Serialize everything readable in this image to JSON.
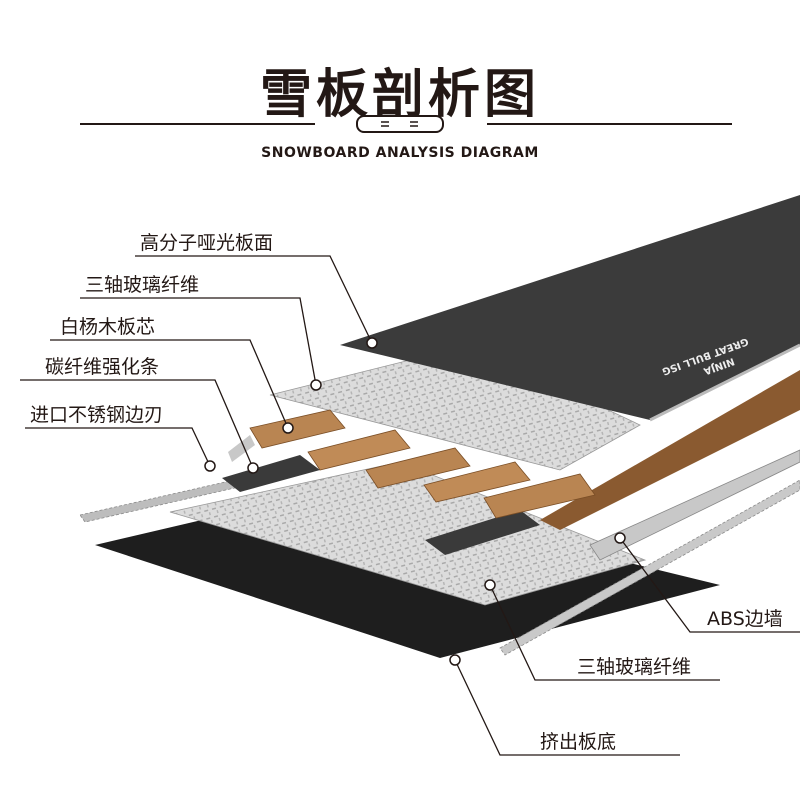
{
  "header": {
    "title": "雪板剖析图",
    "subtitle": "SNOWBOARD ANALYSIS DIAGRAM"
  },
  "board_logo_text": [
    "GREAT BULL",
    "ISG",
    "NINJA"
  ],
  "labels": {
    "top_sheet": "高分子哑光板面",
    "triax_top": "三轴玻璃纤维",
    "wood_core": "白杨木板芯",
    "carbon": "碳纤维强化条",
    "steel_edge": "进口不锈钢边刃",
    "abs": "ABS边墙",
    "triax_bottom": "三轴玻璃纤维",
    "base": "挤出板底"
  },
  "colors": {
    "text": "#231815",
    "top_sheet": "#3b3b3b",
    "wood": "#b07a45",
    "fiberglass": "#d9d9d9",
    "base": "#1e1e1e"
  }
}
